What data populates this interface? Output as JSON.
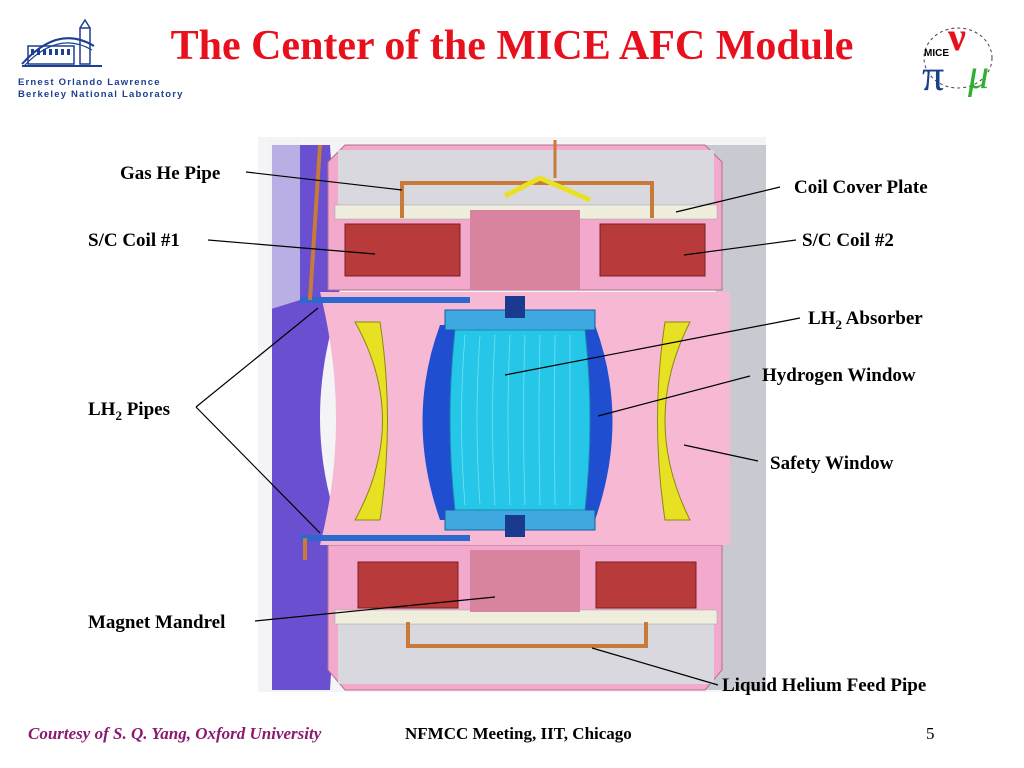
{
  "title": "The Center of the MICE AFC Module",
  "lab_logo": {
    "line1": "Ernest Orlando Lawrence",
    "line2": "Berkeley National Laboratory"
  },
  "mice_logo": {
    "word": "MICE",
    "glyph_nu": "ν",
    "glyph_pi": "π",
    "glyph_mu": "μ"
  },
  "labels": {
    "gas_he_pipe": "Gas He Pipe",
    "coil_cover_plate": "Coil Cover Plate",
    "sc_coil_1": "S/C Coil #1",
    "sc_coil_2": "S/C Coil #2",
    "lh2_absorber_pre": "LH",
    "lh2_absorber_sub": "2",
    "lh2_absorber_post": " Absorber",
    "hydrogen_window": "Hydrogen Window",
    "lh2_pipes_pre": "LH",
    "lh2_pipes_sub": "2",
    "lh2_pipes_post": " Pipes",
    "safety_window": "Safety Window",
    "magnet_mandrel": "Magnet Mandrel",
    "liquid_helium_feed_pipe": "Liquid Helium Feed Pipe"
  },
  "footer": {
    "courtesy": "Courtesy of S. Q. Yang, Oxford University",
    "meeting": "NFMCC Meeting, IIT, Chicago",
    "page_number": "5"
  },
  "colors": {
    "title": "#e8101c",
    "courtesy": "#8a1a6e",
    "lbnl_blue": "#1c3f8f",
    "mandrel_pink": "#f3a9cc",
    "coil_red": "#b83a3a",
    "absorber_cyan": "#26c6e8",
    "window_yellow": "#e8e023",
    "pipe_copper": "#c77a3a",
    "outer_purple": "#6a4fd0"
  }
}
